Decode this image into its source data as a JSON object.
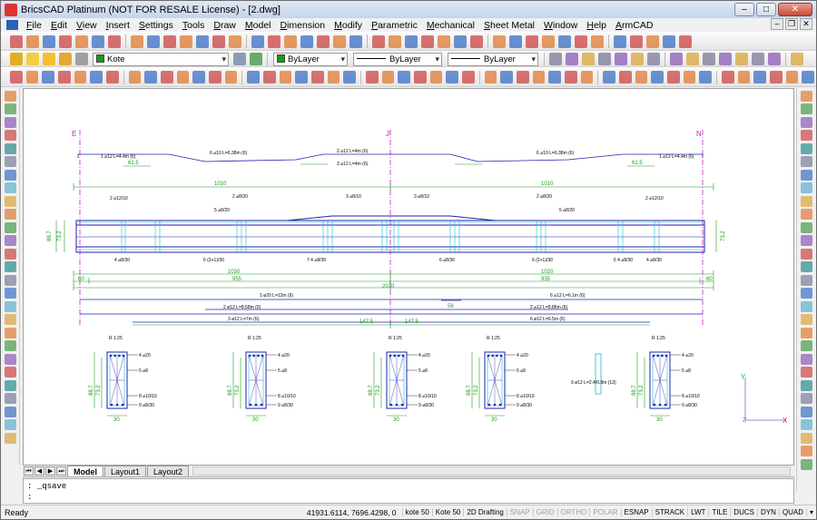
{
  "window": {
    "title": "BricsCAD Platinum (NOT FOR RESALE License) - [2.dwg]",
    "minimize": "–",
    "maximize": "□",
    "close": "✕"
  },
  "menu": [
    "File",
    "Edit",
    "View",
    "Insert",
    "Settings",
    "Tools",
    "Draw",
    "Model",
    "Dimension",
    "Modify",
    "Parametric",
    "Mechanical",
    "Sheet Metal",
    "Window",
    "Help",
    "ArmCAD"
  ],
  "properties_bar": {
    "layer": "Kote",
    "color": "ByLayer",
    "linetype": "ByLayer",
    "lineweight": "ByLayer",
    "layer_color": "#12a012",
    "color_swatch": "#12a012"
  },
  "drawing": {
    "axis_labels": [
      "E",
      "J",
      "N"
    ],
    "dim_main_left": "1010",
    "dim_main_right": "1010",
    "dim_lower_left": "1030",
    "dim_lower_right": "1020",
    "dim_lower2_left": "955",
    "dim_lower2_right": "935",
    "dim_total": "2070",
    "dim_mid_a": "147.5",
    "dim_mid_b": "147.5",
    "dim_left_small": "61.5",
    "dim_right_small": "61.5",
    "dim_height": "73.2",
    "bar_note_1": "1 ø20 L=12m (6)",
    "bar_note_2": "2 ø12 L=8.68m (6)",
    "bar_note_3": "3 ø12 L=7m (6)",
    "bar_note_4": "6 ø12 L=6.5m (6)",
    "section_scale": "R 1:25",
    "section_width": "30",
    "section_h1": "88.7",
    "section_h2": "73.2",
    "stirrup_note": "9 ø12 L=2.4/0.8m (13)"
  },
  "tabs": [
    "Model",
    "Layout1",
    "Layout2"
  ],
  "command_lines": [
    ": _qsave",
    ":"
  ],
  "status": {
    "ready": "Ready",
    "coords": "41931.6114, 7696.4298, 0",
    "items": [
      "kote 50",
      "Kote 50",
      "2D Drafting",
      "SNAP",
      "GRID",
      "ORTHO",
      "POLAR",
      "ESNAP",
      "STRACK",
      "LWT",
      "TILE",
      "DUCS",
      "DYN",
      "QUAD"
    ],
    "off_items": [
      "SNAP",
      "GRID",
      "ORTHO",
      "POLAR"
    ]
  },
  "colors": {
    "bg_canvas": "#ffffff",
    "beam_blue": "#2222aa",
    "dim_green": "#1c9c1c",
    "axis_magenta": "#c020c0",
    "rebar_cyan": "#1ab8d8"
  }
}
